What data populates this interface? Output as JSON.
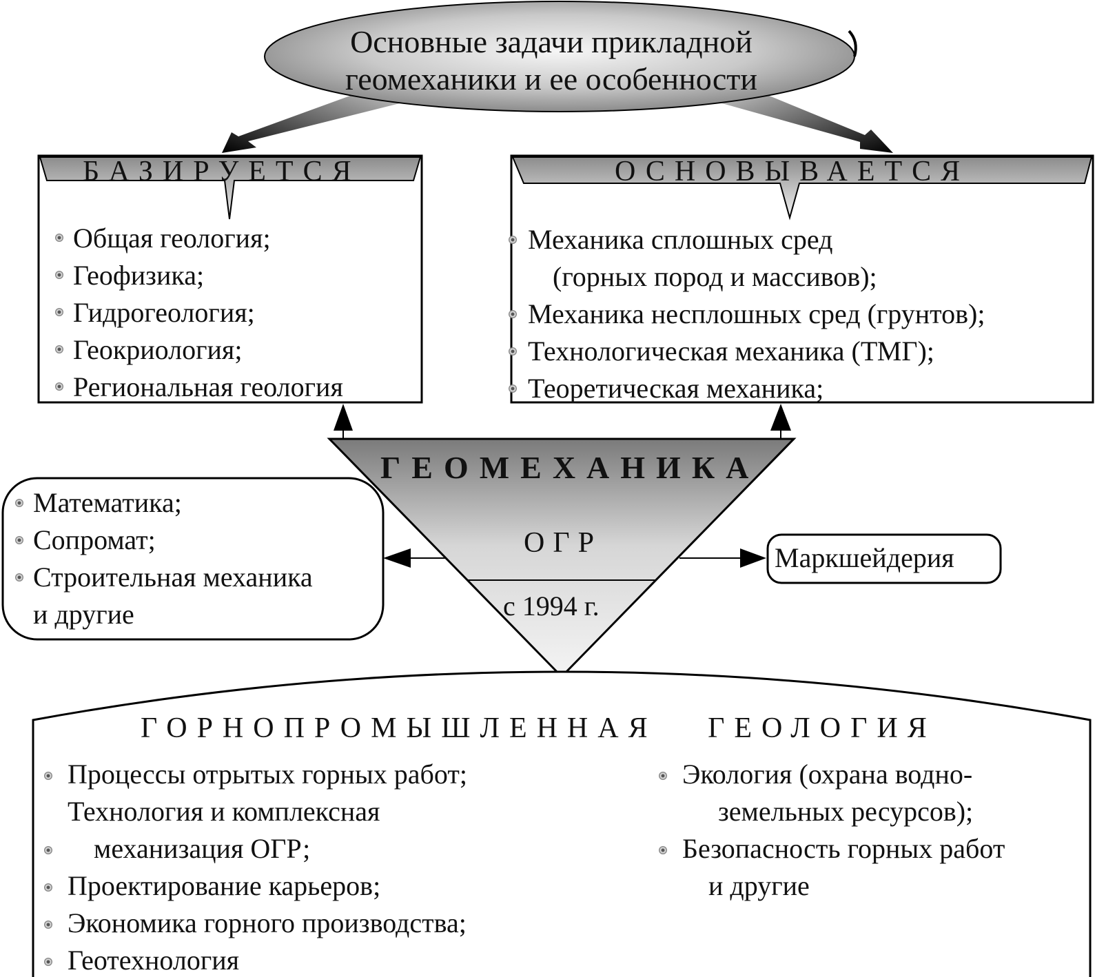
{
  "title": {
    "line1": "Основные задачи прикладной",
    "line2": "геомеханики и ее особенности"
  },
  "left_box": {
    "heading": "БАЗИРУЕТСЯ",
    "items": [
      "Общая геология;",
      "Геофизика;",
      "Гидрогеология;",
      "Геокриология;",
      "Региональная геология"
    ]
  },
  "right_box": {
    "heading": "ОСНОВЫВАЕТСЯ",
    "items": [
      "Механика сплошных сред",
      "(горных пород и массивов);",
      "Механика несплошных сред (грунтов);",
      "Технологическая механика (ТМГ);",
      "Теоретическая механика;"
    ]
  },
  "center": {
    "title": "ГЕОМЕХАНИКА",
    "subtitle": "ОГР",
    "since": "с 1994 г."
  },
  "side_left": {
    "items": [
      "Математика;",
      "Сопромат;",
      "Строительная механика",
      "и другие"
    ]
  },
  "side_right": {
    "label": "Маркшейдерия"
  },
  "bottom": {
    "heading": "ГОРНОПРОМЫШЛЕННАЯ   ГЕОЛОГИЯ",
    "left_items": [
      "Процессы отрытых горных работ;",
      "Технология и комплексная",
      "механизация ОГР;",
      "Проектирование карьеров;",
      "Экономика горного производства;",
      "Геотехнология"
    ],
    "right_items": [
      "Экология (охрана водно-",
      "земельных ресурсов);",
      "Безопасность горных работ",
      "и другие"
    ]
  },
  "colors": {
    "stroke": "#000000",
    "gradient_dark": "#7a7a7a",
    "gradient_light": "#f4f4f4"
  }
}
